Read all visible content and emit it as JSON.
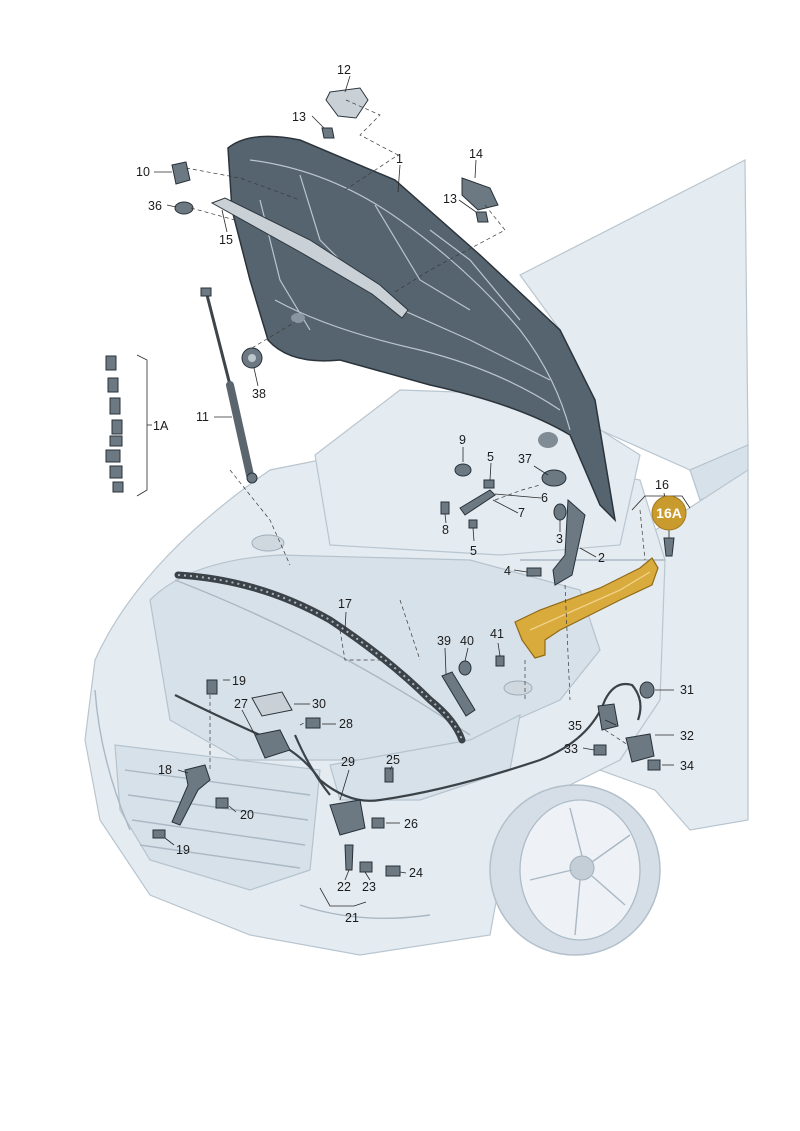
{
  "labels": {
    "l1": "1",
    "l1a": "1A",
    "l2": "2",
    "l3": "3",
    "l4": "4",
    "l5a": "5",
    "l5b": "5",
    "l6": "6",
    "l7": "7",
    "l8": "8",
    "l9": "9",
    "l10": "10",
    "l11": "11",
    "l12": "12",
    "l13a": "13",
    "l13b": "13",
    "l14": "14",
    "l15": "15",
    "l16": "16",
    "l16a": "16A",
    "l17": "17",
    "l18": "18",
    "l19a": "19",
    "l19b": "19",
    "l20": "20",
    "l21": "21",
    "l22": "22",
    "l23": "23",
    "l24": "24",
    "l25": "25",
    "l26": "26",
    "l27": "27",
    "l28": "28",
    "l29": "29",
    "l30": "30",
    "l31": "31",
    "l32": "32",
    "l33": "33",
    "l34": "34",
    "l35": "35",
    "l36": "36",
    "l37": "37",
    "l38": "38",
    "l39": "39",
    "l40": "40",
    "l41": "41"
  },
  "colors": {
    "highlight_part": "#d9aa3c",
    "highlight_badge": "#c99a2e",
    "hood": "#56646f",
    "car_body": "#e4ebf1"
  }
}
